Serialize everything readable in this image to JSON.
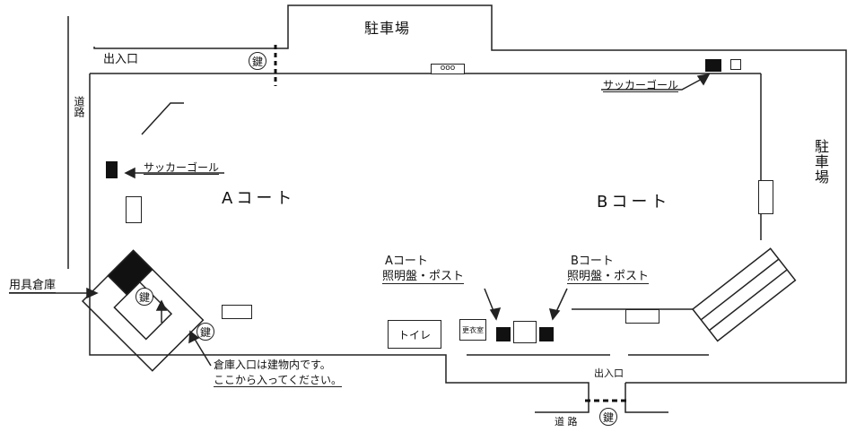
{
  "labels": {
    "parking_top": "駐車場",
    "parking_right": "駐車場",
    "entrance_top": "出入口",
    "entrance_bottom": "出入口",
    "road_left": "道路",
    "road_bottom": "道 路",
    "court_a": "Aコート",
    "court_b": "Bコート",
    "soccer_goal_left": "サッカーゴール",
    "soccer_goal_right": "サッカーゴール",
    "storage": "用具倉庫",
    "panel_a_line1": "Aコート",
    "panel_a_line2": "照明盤・ポスト",
    "panel_b_line1": "Bコート",
    "panel_b_line2": "照明盤・ポスト",
    "note_line1": "倉庫入口は建物内です。",
    "note_line2": "ここから入ってください。",
    "toilet": "トイレ",
    "locker": "更衣室",
    "key": "鍵",
    "gate_sign": "ooo"
  },
  "colors": {
    "line": "#222222",
    "fill": "#111111",
    "background": "#ffffff"
  }
}
